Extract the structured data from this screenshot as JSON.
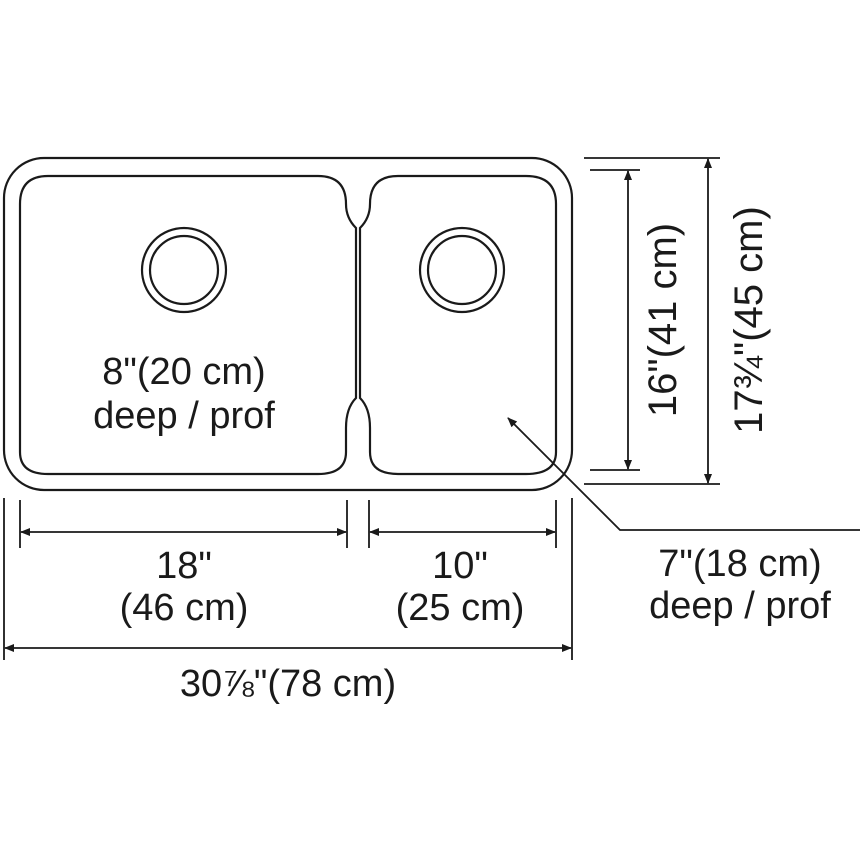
{
  "diagram": {
    "left_bowl": {
      "depth_line1": "8\"(20 cm)",
      "depth_line2": "deep / prof"
    },
    "right_bowl": {
      "depth_line1": "7\"(18 cm)",
      "depth_line2": "deep / prof"
    },
    "dimensions": {
      "left_width_line1": "18\"",
      "left_width_line2": "(46 cm)",
      "right_width_line1": "10\"",
      "right_width_line2": "(25 cm)",
      "overall_width": "30⅞\"(78 cm)",
      "inner_height": "16\"(41 cm)",
      "overall_height": "17¾\"(45 cm)"
    },
    "colors": {
      "line": "#1a1a1a",
      "background": "#ffffff"
    }
  }
}
